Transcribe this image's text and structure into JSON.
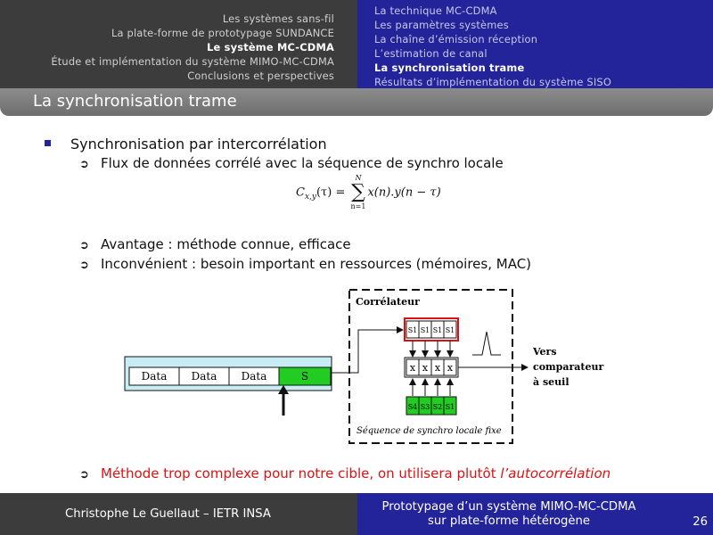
{
  "header": {
    "nav_sections": [
      {
        "label": "Les systèmes sans-fil",
        "active": false
      },
      {
        "label": "La plate-forme de prototypage SUNDANCE",
        "active": false
      },
      {
        "label": "Le système MC-CDMA",
        "active": true
      },
      {
        "label": "Étude et implémentation du système MIMO-MC-CDMA",
        "active": false
      },
      {
        "label": "Conclusions et perspectives",
        "active": false
      }
    ],
    "sub_sections": [
      {
        "label": "La technique MC-CDMA",
        "active": false
      },
      {
        "label": "Les paramètres systèmes",
        "active": false
      },
      {
        "label": "La chaîne d’émission réception",
        "active": false
      },
      {
        "label": "L’estimation de canal",
        "active": false
      },
      {
        "label": "La synchronisation trame",
        "active": true
      },
      {
        "label": "Résultats d’implémentation du système SISO",
        "active": false
      }
    ]
  },
  "slide": {
    "title": "La synchronisation trame",
    "bullet1": "Synchronisation par intercorrélation",
    "bullet2a": "Flux de données corrélé avec la séquence de synchro locale",
    "formula": {
      "lhs": "C",
      "lhs_sub": "x,y",
      "arg": "(τ) =",
      "sum_top": "N",
      "sum_bottom": "n=1",
      "body": "x(n).y(n − τ)"
    },
    "bullet2b": "Avantage : méthode connue, efficace",
    "bullet2c": "Inconvénient : besoin important en ressources (mémoires, MAC)",
    "bullet2d_text": "Méthode trop complexe pour notre cible, on utilisera plutôt ",
    "bullet2d_em": "l’autocorrélation"
  },
  "diagram": {
    "correlator_label": "Corrélateur",
    "data_blocks": [
      "Data",
      "Data",
      "Data"
    ],
    "sync_block": "S",
    "shift_register": [
      "S1",
      "S1",
      "S1",
      "S1"
    ],
    "local_sequence": [
      "S4",
      "S3",
      "S2",
      "S1"
    ],
    "multiplier_symbol": "x",
    "output_label_lines": [
      "Vers",
      "comparateur",
      "à seuil"
    ],
    "sequence_caption": "Séquence de synchro locale fixe"
  },
  "footer": {
    "author": "Christophe Le Guellaut – IETR INSA",
    "title_line1": "Prototypage d’un système MIMO-MC-CDMA",
    "title_line2": "sur plate-forme hétérogène",
    "page": "26"
  },
  "colors": {
    "header_dark": "#3c3c3c",
    "header_blue": "#23239a",
    "bullet_square": "#23239a",
    "sync_green": "#22cc22",
    "register_border": "#dd1111",
    "warning_text": "#dd1111",
    "stream_bg": "#c8ecf4"
  }
}
